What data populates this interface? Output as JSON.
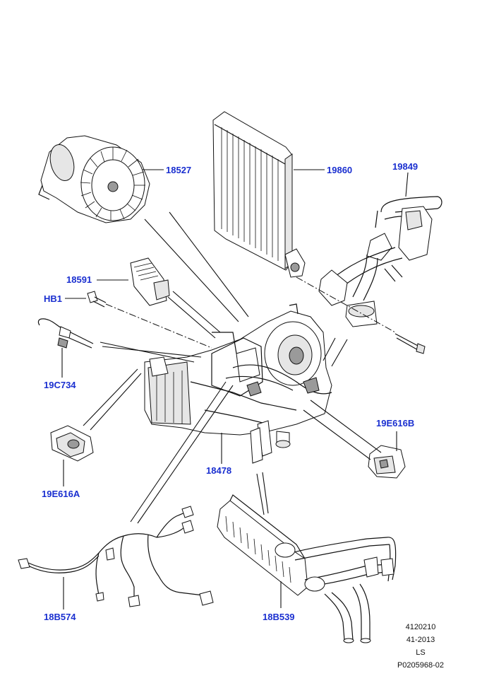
{
  "labels": {
    "blower_motor": "18527",
    "evaporator_core": "19860",
    "ac_tube": "19849",
    "blower_resistor": "18591",
    "sensor_hb1": "HB1",
    "temp_sensor": "19C734",
    "actuator_b": "19E616B",
    "actuator_a": "19E616A",
    "housing": "18478",
    "wiring_harness": "18B574",
    "heater_core": "18B539"
  },
  "reference": {
    "line1": "4120210",
    "line2": "41-2013",
    "line3": "LS",
    "line4": "P0205968-02"
  },
  "colors": {
    "label": "#1a2fd0",
    "line": "#111111"
  }
}
